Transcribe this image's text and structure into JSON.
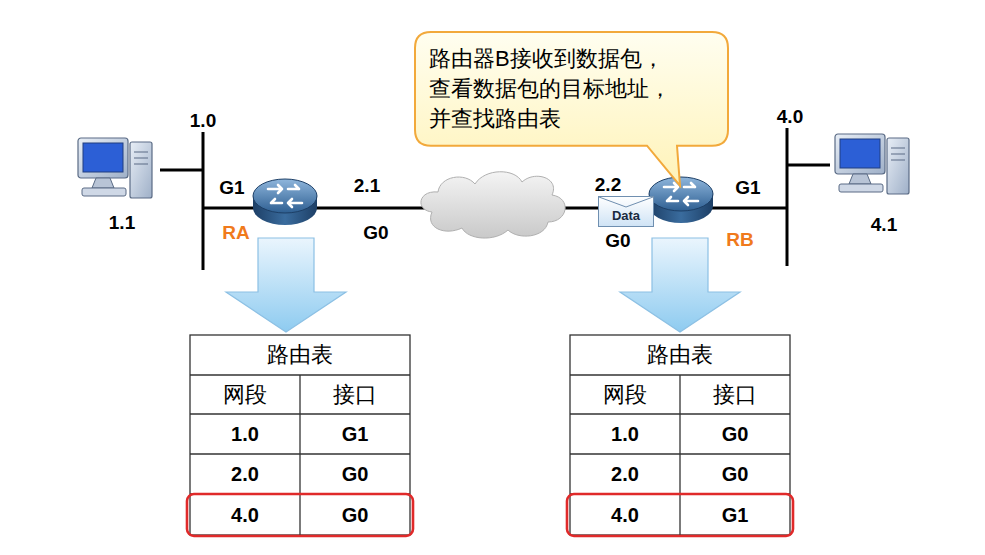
{
  "diagram": {
    "nodes": [
      {
        "text": [
          "路由器B接收到数据包， 查看数据包的目标地址， 并查找路由表"
        ]
      },
      {
        "text": [
          "Data"
        ]
      },
      {
        "text": [
          "路由表"
        ]
      },
      {
        "text": [
          "路由表"
        ]
      }
    ],
    "labels": [
      "1.0",
      "G1",
      "RA",
      "2.1",
      "G0",
      "1.1",
      "2.2",
      "G0",
      "G1",
      "RB",
      "4.0",
      "4.1",
      "网段",
      "接口",
      "1.0",
      "G1",
      "2.0",
      "G0",
      "4.0",
      "G0",
      "网段",
      "接口",
      "1.0",
      "G0",
      "2.0",
      "G0",
      "4.0",
      "G1"
    ]
  }
}
